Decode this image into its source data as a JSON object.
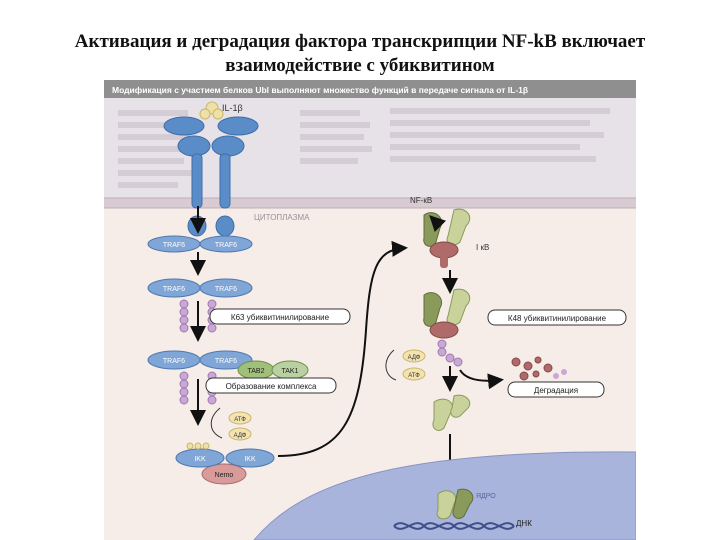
{
  "slide": {
    "title_line1": "Активация и деградация фактора транскрипции NF-kB включает",
    "title_line2": "взаимодействие с убиквитином"
  },
  "figure": {
    "header": "Модификация с участием белков Ubl выполняют множество функций в передаче сигнала от IL-1β",
    "ligand": "IL-1β",
    "cytoplasm": "ЦИТОПЛАЗМА",
    "nucleus": "ЯДРО",
    "traf6": "TRAF6",
    "tab2": "TAB2",
    "tak1": "TAK1",
    "ikk": "IKK",
    "nemo": "Nemo",
    "atp": "АТФ",
    "adp": "АДФ",
    "nfkb": "NF-кB",
    "ikb": "I кB",
    "dna": "ДНК",
    "callouts": {
      "k63": "К63 убиквитинилирование",
      "complex": "Образование комплекса",
      "k48": "К48 убиквитинилирование",
      "degradation": "Деградация"
    }
  },
  "colors": {
    "receptor": "#5a8cc8",
    "traf6": "#7fa6d6",
    "ubiquitin": "#c9a7d6",
    "tab_complex": "#9fbf7a",
    "nemo": "#d99a9a",
    "nfkb": "#8a9a5a",
    "ikb": "#b06a6a",
    "nucleus": "#a8b4dc"
  }
}
